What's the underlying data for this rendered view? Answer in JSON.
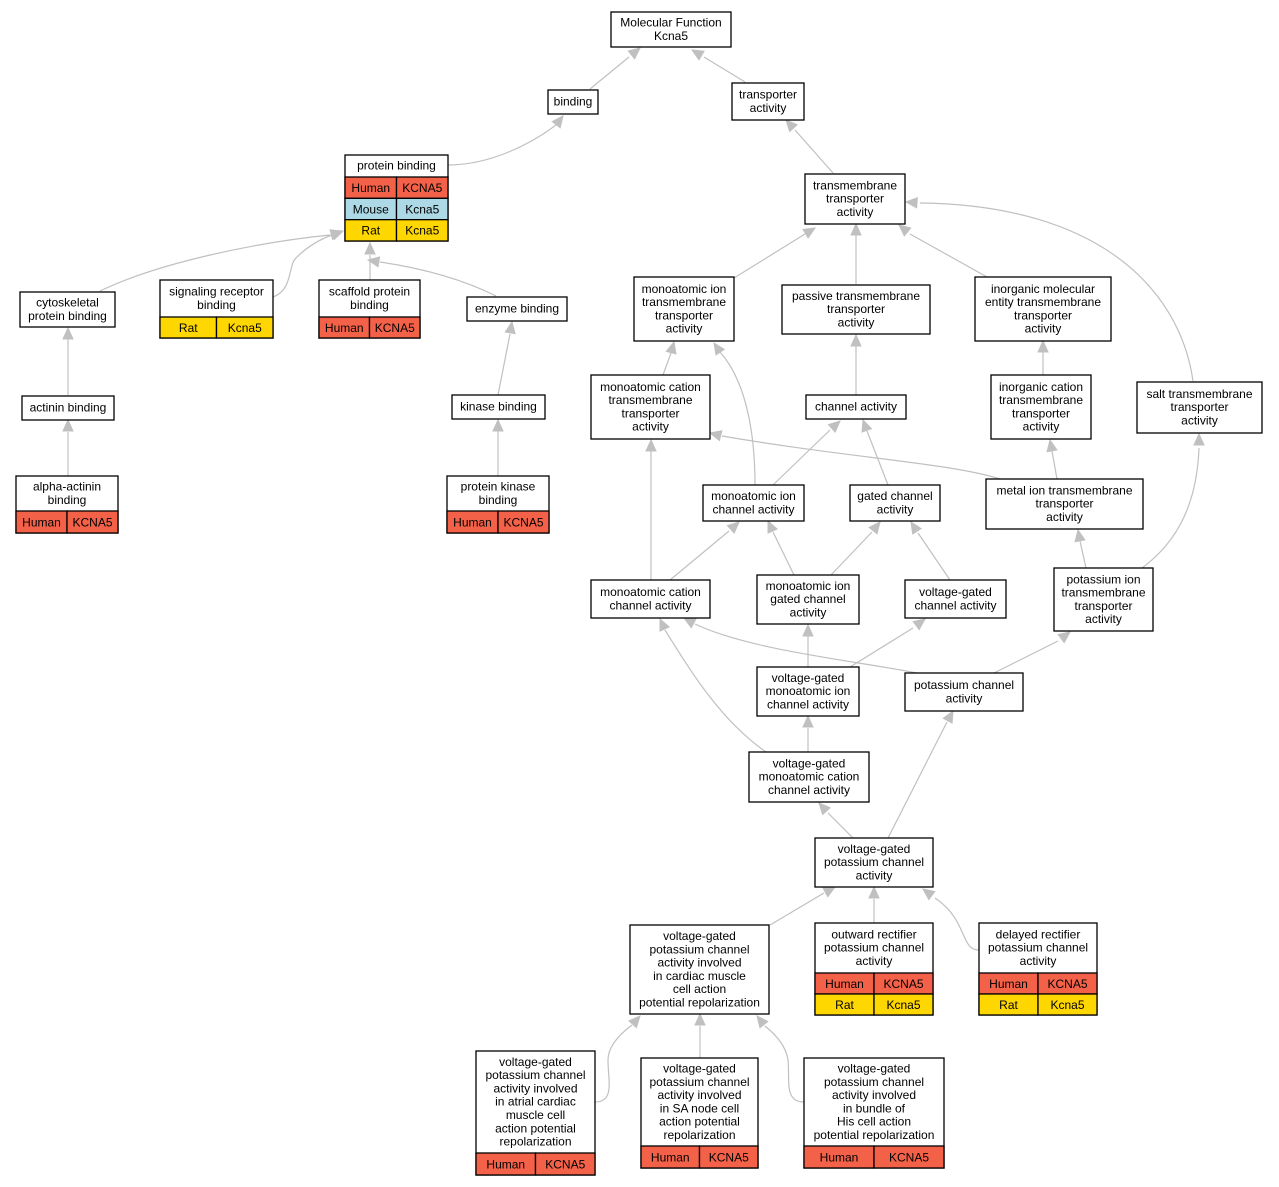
{
  "colors": {
    "Human": "#f46149",
    "Mouse": "#add8e6",
    "Rat": "#ffd700",
    "edge": "#c0c0c0"
  },
  "nodes": {
    "mf": {
      "lines": [
        "Molecular Function",
        "Kcna5"
      ],
      "rows": []
    },
    "binding": {
      "lines": [
        "binding"
      ],
      "rows": []
    },
    "transp": {
      "lines": [
        "transporter",
        "activity"
      ],
      "rows": []
    },
    "pbind": {
      "lines": [
        "protein binding"
      ],
      "rows": [
        [
          "Human",
          "KCNA5"
        ],
        [
          "Mouse",
          "Kcna5"
        ],
        [
          "Rat",
          "Kcna5"
        ]
      ]
    },
    "tmta": {
      "lines": [
        "transmembrane",
        "transporter",
        "activity"
      ],
      "rows": []
    },
    "cytoskel": {
      "lines": [
        "cytoskeletal",
        "protein binding"
      ],
      "rows": []
    },
    "sigrec": {
      "lines": [
        "signaling receptor",
        "binding"
      ],
      "rows": [
        [
          "Rat",
          "Kcna5"
        ]
      ]
    },
    "scaffold": {
      "lines": [
        "scaffold protein",
        "binding"
      ],
      "rows": [
        [
          "Human",
          "KCNA5"
        ]
      ]
    },
    "enzyme": {
      "lines": [
        "enzyme binding"
      ],
      "rows": []
    },
    "monoion": {
      "lines": [
        "monoatomic ion",
        "transmembrane",
        "transporter",
        "activity"
      ],
      "rows": []
    },
    "passive": {
      "lines": [
        "passive transmembrane",
        "transporter",
        "activity"
      ],
      "rows": []
    },
    "inorgmol": {
      "lines": [
        "inorganic molecular",
        "entity transmembrane",
        "transporter",
        "activity"
      ],
      "rows": []
    },
    "actinin": {
      "lines": [
        "actinin binding"
      ],
      "rows": []
    },
    "kinase": {
      "lines": [
        "kinase binding"
      ],
      "rows": []
    },
    "monocat": {
      "lines": [
        "monoatomic cation",
        "transmembrane",
        "transporter",
        "activity"
      ],
      "rows": []
    },
    "chanact": {
      "lines": [
        "channel activity"
      ],
      "rows": []
    },
    "inorgcat": {
      "lines": [
        "inorganic cation",
        "transmembrane",
        "transporter",
        "activity"
      ],
      "rows": []
    },
    "salt": {
      "lines": [
        "salt transmembrane",
        "transporter",
        "activity"
      ],
      "rows": []
    },
    "alpha": {
      "lines": [
        "alpha-actinin",
        "binding"
      ],
      "rows": [
        [
          "Human",
          "KCNA5"
        ]
      ]
    },
    "pkinase": {
      "lines": [
        "protein kinase",
        "binding"
      ],
      "rows": [
        [
          "Human",
          "KCNA5"
        ]
      ]
    },
    "monoionch": {
      "lines": [
        "monoatomic ion",
        "channel activity"
      ],
      "rows": []
    },
    "gated": {
      "lines": [
        "gated channel",
        "activity"
      ],
      "rows": []
    },
    "metal": {
      "lines": [
        "metal ion transmembrane",
        "transporter",
        "activity"
      ],
      "rows": []
    },
    "monocatch": {
      "lines": [
        "monoatomic cation",
        "channel activity"
      ],
      "rows": []
    },
    "monoiongc": {
      "lines": [
        "monoatomic ion",
        "gated channel",
        "activity"
      ],
      "rows": []
    },
    "vgch": {
      "lines": [
        "voltage-gated",
        "channel activity"
      ],
      "rows": []
    },
    "kion": {
      "lines": [
        "potassium ion",
        "transmembrane",
        "transporter",
        "activity"
      ],
      "rows": []
    },
    "vgmic": {
      "lines": [
        "voltage-gated",
        "monoatomic ion",
        "channel activity"
      ],
      "rows": []
    },
    "kch": {
      "lines": [
        "potassium channel",
        "activity"
      ],
      "rows": []
    },
    "vgmcc": {
      "lines": [
        "voltage-gated",
        "monoatomic cation",
        "channel activity"
      ],
      "rows": []
    },
    "vgk": {
      "lines": [
        "voltage-gated",
        "potassium channel",
        "activity"
      ],
      "rows": []
    },
    "vgkcardiac": {
      "lines": [
        "voltage-gated",
        "potassium channel",
        "activity involved",
        "in cardiac muscle",
        "cell action",
        "potential repolarization"
      ],
      "rows": []
    },
    "outward": {
      "lines": [
        "outward rectifier",
        "potassium channel",
        "activity"
      ],
      "rows": [
        [
          "Human",
          "KCNA5"
        ],
        [
          "Rat",
          "Kcna5"
        ]
      ]
    },
    "delayed": {
      "lines": [
        "delayed rectifier",
        "potassium channel",
        "activity"
      ],
      "rows": [
        [
          "Human",
          "KCNA5"
        ],
        [
          "Rat",
          "Kcna5"
        ]
      ]
    },
    "atrial": {
      "lines": [
        "voltage-gated",
        "potassium channel",
        "activity involved",
        "in atrial cardiac",
        "muscle cell",
        "action potential",
        "repolarization"
      ],
      "rows": [
        [
          "Human",
          "KCNA5"
        ]
      ]
    },
    "sanode": {
      "lines": [
        "voltage-gated",
        "potassium channel",
        "activity involved",
        "in SA node cell",
        "action potential",
        "repolarization"
      ],
      "rows": [
        [
          "Human",
          "KCNA5"
        ]
      ]
    },
    "his": {
      "lines": [
        "voltage-gated",
        "potassium channel",
        "activity involved",
        "in bundle of",
        "His cell action",
        "potential repolarization"
      ],
      "rows": [
        [
          "Human",
          "KCNA5"
        ]
      ]
    }
  }
}
